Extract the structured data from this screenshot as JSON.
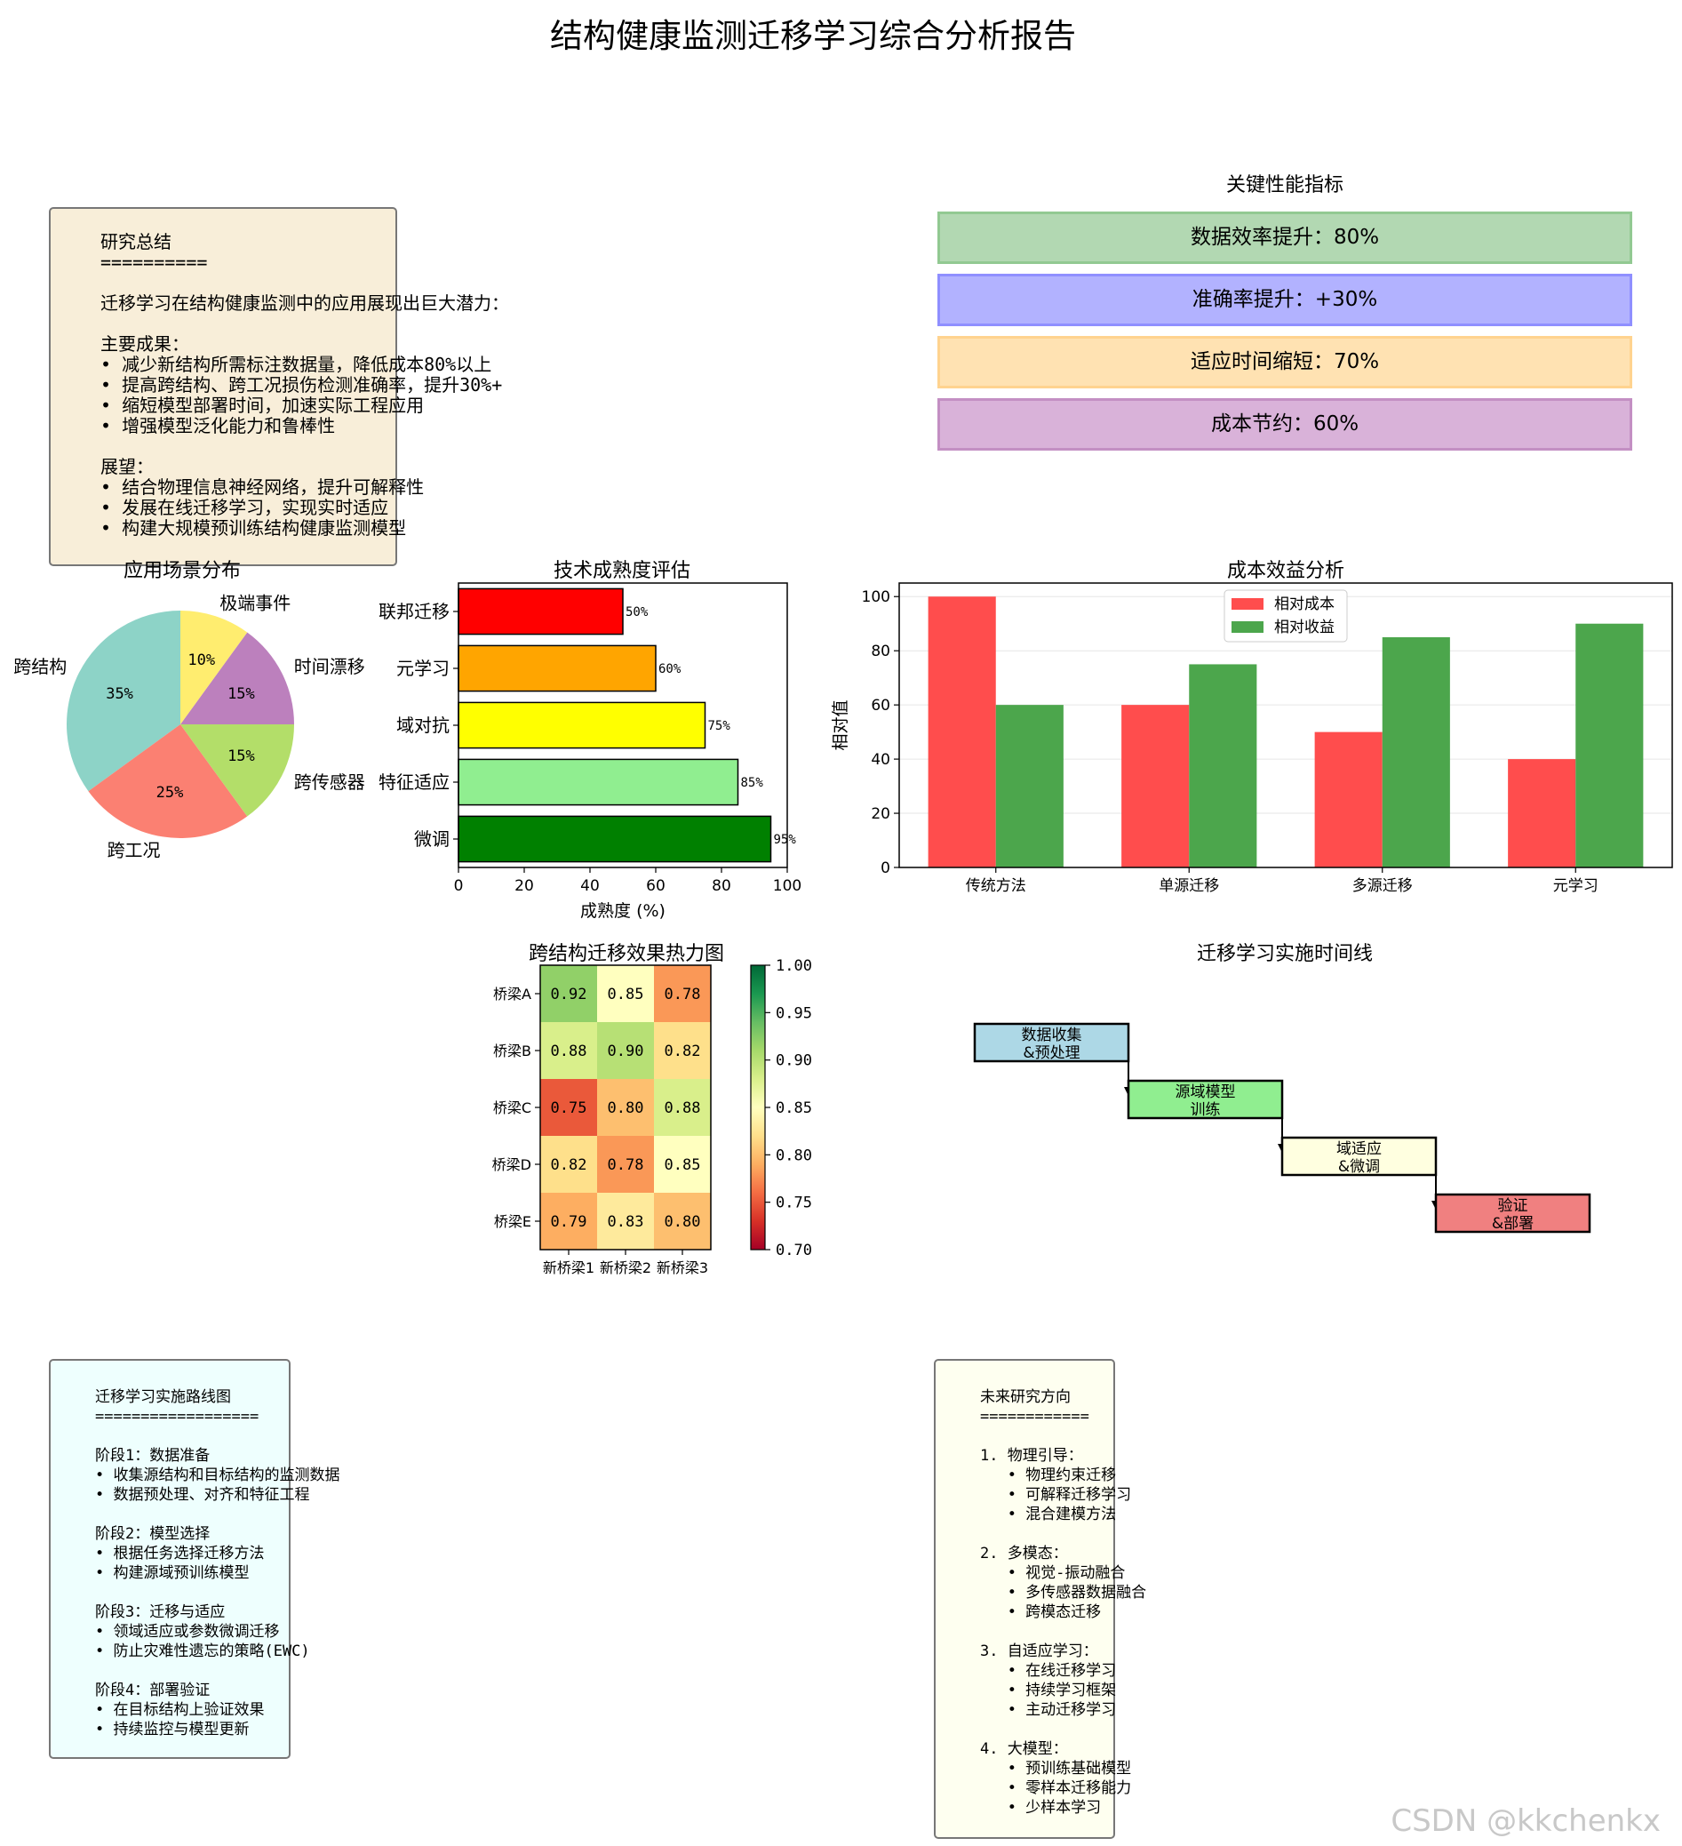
{
  "title": "结构健康监测迁移学习综合分析报告",
  "summary_box": {
    "lines": [
      "研究总结",
      "==========",
      "",
      "迁移学习在结构健康监测中的应用展现出巨大潜力：",
      "",
      "主要成果：",
      "• 减少新结构所需标注数据量，降低成本80%以上",
      "• 提高跨结构、跨工况损伤检测准确率，提升30%+",
      "• 缩短模型部署时间，加速实际工程应用",
      "• 增强模型泛化能力和鲁棒性",
      "",
      "展望：",
      "• 结合物理信息神经网络，提升可解释性",
      "• 发展在线迁移学习，实现实时适应",
      "• 构建大规模预训练结构健康监测模型"
    ],
    "bg": "#f8eed9"
  },
  "kpi": {
    "title": "关键性能指标",
    "items": [
      {
        "label": "数据效率提升：80%",
        "fill": "#b2d8b2",
        "border": "#92c992"
      },
      {
        "label": "准确率提升：+30%",
        "fill": "#b2b2ff",
        "border": "#8f8fff"
      },
      {
        "label": "适应时间缩短：70%",
        "fill": "#ffe2b2",
        "border": "#ffd38f"
      },
      {
        "label": "成本节约：60%",
        "fill": "#d9b2d9",
        "border": "#c38fc3"
      }
    ]
  },
  "roadmap_box": {
    "lines": [
      "迁移学习实施路线图",
      "==================",
      "",
      "阶段1：数据准备",
      "• 收集源结构和目标结构的监测数据",
      "• 数据预处理、对齐和特征工程",
      "",
      "阶段2：模型选择",
      "• 根据任务选择迁移方法",
      "• 构建源域预训练模型",
      "",
      "阶段3：迁移与适应",
      "• 领域适应或参数微调迁移",
      "• 防止灾难性遗忘的策略(EWC)",
      "",
      "阶段4：部署验证",
      "• 在目标结构上验证效果",
      "• 持续监控与模型更新"
    ],
    "bg": "#eefffe"
  },
  "direction_box": {
    "lines": [
      "未来研究方向",
      "============",
      "",
      "1. 物理引导：",
      "   • 物理约束迁移",
      "   • 可解释迁移学习",
      "   • 混合建模方法",
      "",
      "2. 多模态：",
      "   • 视觉-振动融合",
      "   • 多传感器数据融合",
      "   • 跨模态迁移",
      "",
      "3. 自适应学习：",
      "   • 在线迁移学习",
      "   • 持续学习框架",
      "   • 主动迁移学习",
      "",
      "4. 大模型：",
      "   • 预训练基础模型",
      "   • 零样本迁移能力",
      "   • 少样本学习"
    ],
    "bg": "#fefff0"
  },
  "timeline": {
    "title": "迁移学习实施时间线",
    "steps": [
      {
        "line1": "数据收集",
        "line2": "&预处理",
        "color": "#add8e6"
      },
      {
        "line1": "源域模型",
        "line2": "训练",
        "color": "#90ee90"
      },
      {
        "line1": "域适应",
        "line2": "&微调",
        "color": "#ffffe0"
      },
      {
        "line1": "验证",
        "line2": "&部署",
        "color": "#f08080"
      }
    ]
  },
  "watermark": "CSDN @kkchenkx",
  "chart_data": [
    {
      "type": "pie",
      "title": "应用场景分布",
      "labels": [
        "跨结构",
        "跨工况",
        "跨传感器",
        "时间漂移",
        "极端事件"
      ],
      "values": [
        35,
        25,
        15,
        15,
        10
      ],
      "pct_labels": [
        "35%",
        "25%",
        "15%",
        "15%",
        "10%"
      ],
      "colors": [
        "#8dd3c7",
        "#fb8072",
        "#b3de69",
        "#bc80bd",
        "#ffed6f"
      ],
      "start_angle": 90
    },
    {
      "type": "bar",
      "orientation": "horizontal",
      "title": "技术成熟度评估",
      "categories": [
        "微调",
        "特征适应",
        "域对抗",
        "元学习",
        "联邦迁移"
      ],
      "values": [
        95,
        85,
        75,
        60,
        50
      ],
      "value_labels": [
        "95%",
        "85%",
        "75%",
        "60%",
        "50%"
      ],
      "colors": [
        "#008000",
        "#90ee90",
        "#ffff00",
        "#ffa500",
        "#ff0000"
      ],
      "xlabel": "成熟度 (%)",
      "xlim": [
        0,
        100
      ],
      "xticks": [
        "0",
        "20",
        "40",
        "60",
        "80",
        "100"
      ]
    },
    {
      "type": "bar",
      "title": "成本效益分析",
      "categories": [
        "传统方法",
        "单源迁移",
        "多源迁移",
        "元学习"
      ],
      "series": [
        {
          "name": "相对成本",
          "values": [
            100,
            60,
            50,
            40
          ],
          "color": "#ff4d4d"
        },
        {
          "name": "相对收益",
          "values": [
            60,
            75,
            85,
            90
          ],
          "color": "#4ca64c"
        }
      ],
      "ylabel": "相对值",
      "ylim": [
        0,
        105
      ],
      "yticks": [
        "0",
        "20",
        "40",
        "60",
        "80",
        "100"
      ],
      "grid": true,
      "legend": "top-center"
    },
    {
      "type": "heatmap",
      "title": "跨结构迁移效果热力图",
      "rows": [
        "桥梁A",
        "桥梁B",
        "桥梁C",
        "桥梁D",
        "桥梁E"
      ],
      "cols": [
        "新桥梁1",
        "新桥梁2",
        "新桥梁3"
      ],
      "values": [
        [
          0.92,
          0.85,
          0.78
        ],
        [
          0.88,
          0.9,
          0.82
        ],
        [
          0.75,
          0.8,
          0.88
        ],
        [
          0.82,
          0.78,
          0.85
        ],
        [
          0.79,
          0.83,
          0.8
        ]
      ],
      "cell_labels": [
        [
          "0.92",
          "0.85",
          "0.78"
        ],
        [
          "0.88",
          "0.90",
          "0.82"
        ],
        [
          "0.75",
          "0.80",
          "0.88"
        ],
        [
          "0.82",
          "0.78",
          "0.85"
        ],
        [
          "0.79",
          "0.83",
          "0.80"
        ]
      ],
      "vmin": 0.7,
      "vmax": 1.0,
      "colormap": "RdYlGn",
      "colorbar_ticks": [
        "0.70",
        "0.75",
        "0.80",
        "0.85",
        "0.90",
        "0.95",
        "1.00"
      ]
    }
  ]
}
